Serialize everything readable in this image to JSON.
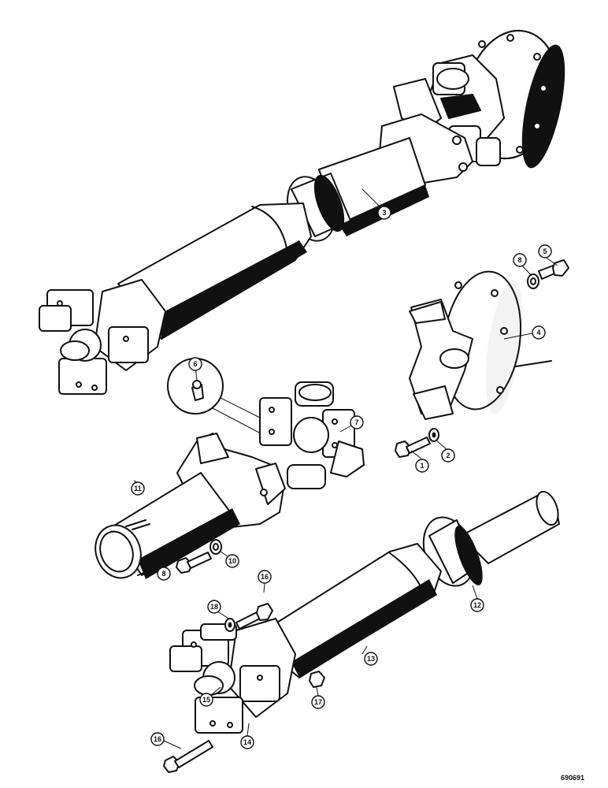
{
  "drawing_number": "690691",
  "callouts": [
    {
      "id": "c1",
      "label": "1"
    },
    {
      "id": "c2",
      "label": "2"
    },
    {
      "id": "c3",
      "label": "3"
    },
    {
      "id": "c4",
      "label": "4"
    },
    {
      "id": "c5",
      "label": "5"
    },
    {
      "id": "c6",
      "label": "6"
    },
    {
      "id": "c7",
      "label": "7"
    },
    {
      "id": "c8a",
      "label": "8"
    },
    {
      "id": "c8b",
      "label": "8"
    },
    {
      "id": "c10",
      "label": "10"
    },
    {
      "id": "c11",
      "label": "11"
    },
    {
      "id": "c12",
      "label": "12"
    },
    {
      "id": "c13",
      "label": "13"
    },
    {
      "id": "c14",
      "label": "14"
    },
    {
      "id": "c15",
      "label": "15"
    },
    {
      "id": "c16a",
      "label": "16"
    },
    {
      "id": "c16b",
      "label": "16"
    },
    {
      "id": "c17",
      "label": "17"
    },
    {
      "id": "c18",
      "label": "18"
    }
  ]
}
